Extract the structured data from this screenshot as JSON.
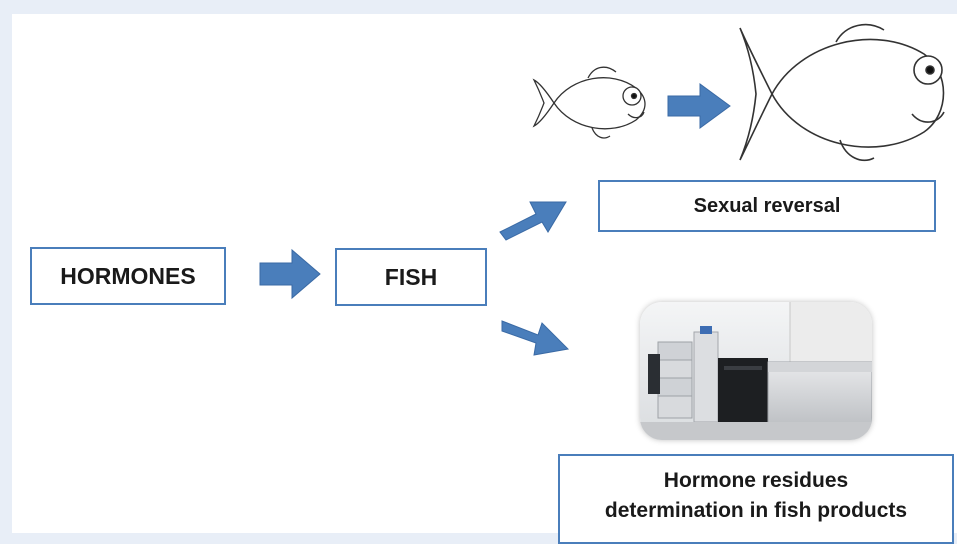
{
  "diagram": {
    "source_node": "HORMONES",
    "middle_node": "FISH",
    "outcome_top": "Sexual reversal",
    "outcome_bottom_line1": "Hormone  residues",
    "outcome_bottom_line2": "determination  in  fish products"
  },
  "colors": {
    "arrow_fill": "#4a7ebb",
    "box_border": "#4a7ebb",
    "page_background": "#e8eef7"
  },
  "icons": [
    "small-fish-icon",
    "large-fish-icon",
    "arrow-icon",
    "lab-instrument-photo"
  ]
}
